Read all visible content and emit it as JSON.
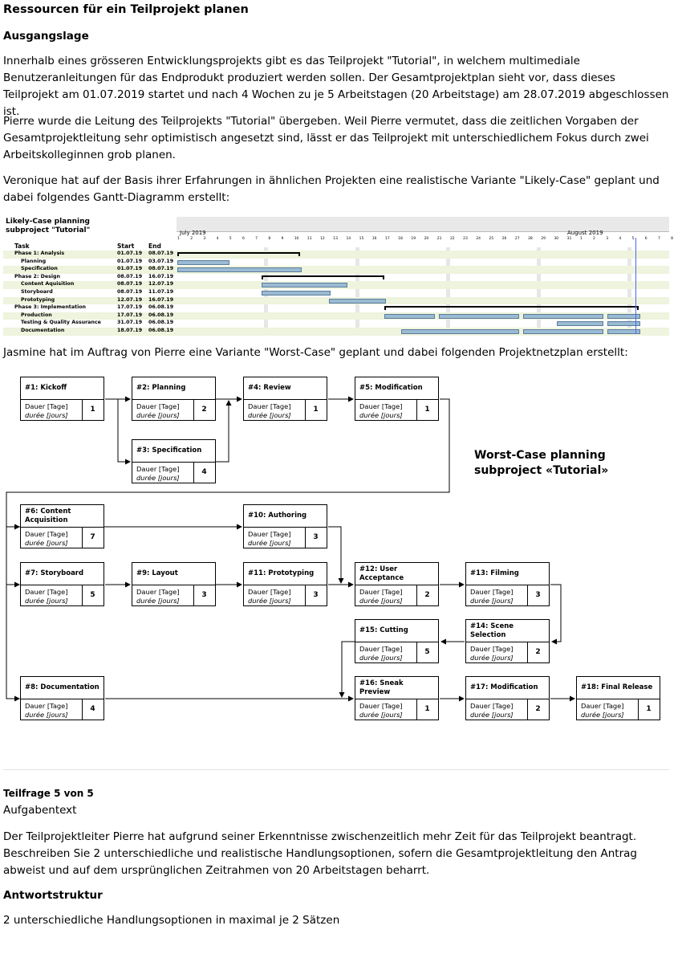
{
  "title": "Ressourcen für ein Teilprojekt planen",
  "section_ausgangslage": "Ausgangslage",
  "para1": "Innerhalb eines grösseren Entwicklungsprojekts gibt es das Teilprojekt \"Tutorial\", in welchem multimediale Benutzeranleitungen für das Endprodukt produziert werden sollen. Der Gesamtprojektplan sieht vor, dass dieses Teilprojekt am 01.07.2019 startet und nach 4 Wochen zu je 5 Arbeitstagen (20 Arbeitstage) am 28.07.2019 abgeschlossen ist.",
  "para2": "Pierre wurde die Leitung des Teilprojekts \"Tutorial\" übergeben. Weil Pierre vermutet, dass die zeitlichen Vorgaben der Gesamtprojektleitung sehr optimistisch angesetzt sind, lässt er das Teilprojekt mit unterschiedlichem Fokus durch zwei Arbeitskolleginnen grob planen.",
  "para3": "Veronique hat auf der Basis ihrer Erfahrungen in ähnlichen Projekten eine realistische Variante \"Likely-Case\" geplant und dabei folgendes Gantt-Diagramm erstellt:",
  "gantt": {
    "title_line1": "Likely-Case planning",
    "title_line2": "subproject \"Tutorial\"",
    "col_task": "Task",
    "col_start": "Start",
    "col_end": "End",
    "month1": "July 2019",
    "month2": "August 2019",
    "day_ticks": [
      "1",
      "2",
      "3",
      "4",
      "5",
      "6",
      "7",
      "8",
      "9",
      "10",
      "11",
      "12",
      "13",
      "14",
      "15",
      "16",
      "17",
      "18",
      "19",
      "20",
      "21",
      "22",
      "23",
      "24",
      "25",
      "26",
      "27",
      "28",
      "29",
      "30",
      "31",
      "1",
      "2",
      "3",
      "4",
      "5",
      "6",
      "7",
      "8"
    ],
    "rows": [
      {
        "task": "Phase 1: Analysis",
        "start": "01.07.19",
        "end": "08.07.19"
      },
      {
        "task": "Planning",
        "start": "01.07.19",
        "end": "03.07.19"
      },
      {
        "task": "Specification",
        "start": "01.07.19",
        "end": "08.07.19"
      },
      {
        "task": "Phase 2: Design",
        "start": "08.07.19",
        "end": "16.07.19"
      },
      {
        "task": "Content Aquisition",
        "start": "08.07.19",
        "end": "12.07.19"
      },
      {
        "task": "Storyboard",
        "start": "08.07.19",
        "end": "11.07.19"
      },
      {
        "task": "Prototyping",
        "start": "12.07.19",
        "end": "16.07.19"
      },
      {
        "task": "Phase 3: Implementation",
        "start": "17.07.19",
        "end": "06.08.19"
      },
      {
        "task": "Production",
        "start": "17.07.19",
        "end": "06.08.19"
      },
      {
        "task": "Testing & Quality Assurance",
        "start": "31.07.19",
        "end": "06.08.19"
      },
      {
        "task": "Documentation",
        "start": "18.07.19",
        "end": "06.08.19"
      }
    ]
  },
  "para4": "Jasmine hat im Auftrag von Pierre eine Variante \"Worst-Case\" geplant und dabei folgenden Projektnetzplan erstellt:",
  "network": {
    "title_line1": "Worst-Case planning",
    "title_line2": "subproject «Tutorial»",
    "dauer_label": "Dauer [Tage]",
    "duree_label": "durée [jours]",
    "nodes": [
      {
        "id": "n1",
        "name": "#1: Kickoff",
        "duration": "1"
      },
      {
        "id": "n2",
        "name": "#2: Planning",
        "duration": "2"
      },
      {
        "id": "n3",
        "name": "#3: Specification",
        "duration": "4"
      },
      {
        "id": "n4",
        "name": "#4: Review",
        "duration": "1"
      },
      {
        "id": "n5",
        "name": "#5: Modification",
        "duration": "1"
      },
      {
        "id": "n6",
        "name": "#6: Content Acquisition",
        "duration": "7"
      },
      {
        "id": "n7",
        "name": "#7: Storyboard",
        "duration": "5"
      },
      {
        "id": "n8",
        "name": "#8: Documentation",
        "duration": "4"
      },
      {
        "id": "n9",
        "name": "#9: Layout",
        "duration": "3"
      },
      {
        "id": "n10",
        "name": "#10: Authoring",
        "duration": "3"
      },
      {
        "id": "n11",
        "name": "#11: Prototyping",
        "duration": "3"
      },
      {
        "id": "n12",
        "name": "#12: User Acceptance",
        "duration": "2"
      },
      {
        "id": "n13",
        "name": "#13: Filming",
        "duration": "3"
      },
      {
        "id": "n14",
        "name": "#14: Scene Selection",
        "duration": "2"
      },
      {
        "id": "n15",
        "name": "#15: Cutting",
        "duration": "5"
      },
      {
        "id": "n16",
        "name": "#16: Sneak Preview",
        "duration": "1"
      },
      {
        "id": "n17",
        "name": "#17: Modification",
        "duration": "2"
      },
      {
        "id": "n18",
        "name": "#18: Final Release",
        "duration": "1"
      }
    ]
  },
  "teilfrage": "Teilfrage 5 von 5",
  "aufgabentext_label": "Aufgabentext",
  "para5": "Der Teilprojektleiter Pierre hat aufgrund seiner Erkenntnisse zwischenzeitlich mehr Zeit für das Teilprojekt beantragt. Beschreiben Sie 2 unterschiedliche und realistische Handlungsoptionen, sofern die Gesamtprojektleitung den Antrag abweist und auf dem ursprünglichen Zeitrahmen von 20 Arbeitstagen beharrt.",
  "antwortstruktur_label": "Antwortstruktur",
  "para6": "2 unterschiedliche Handlungsoptionen in maximal je 2 Sätzen"
}
